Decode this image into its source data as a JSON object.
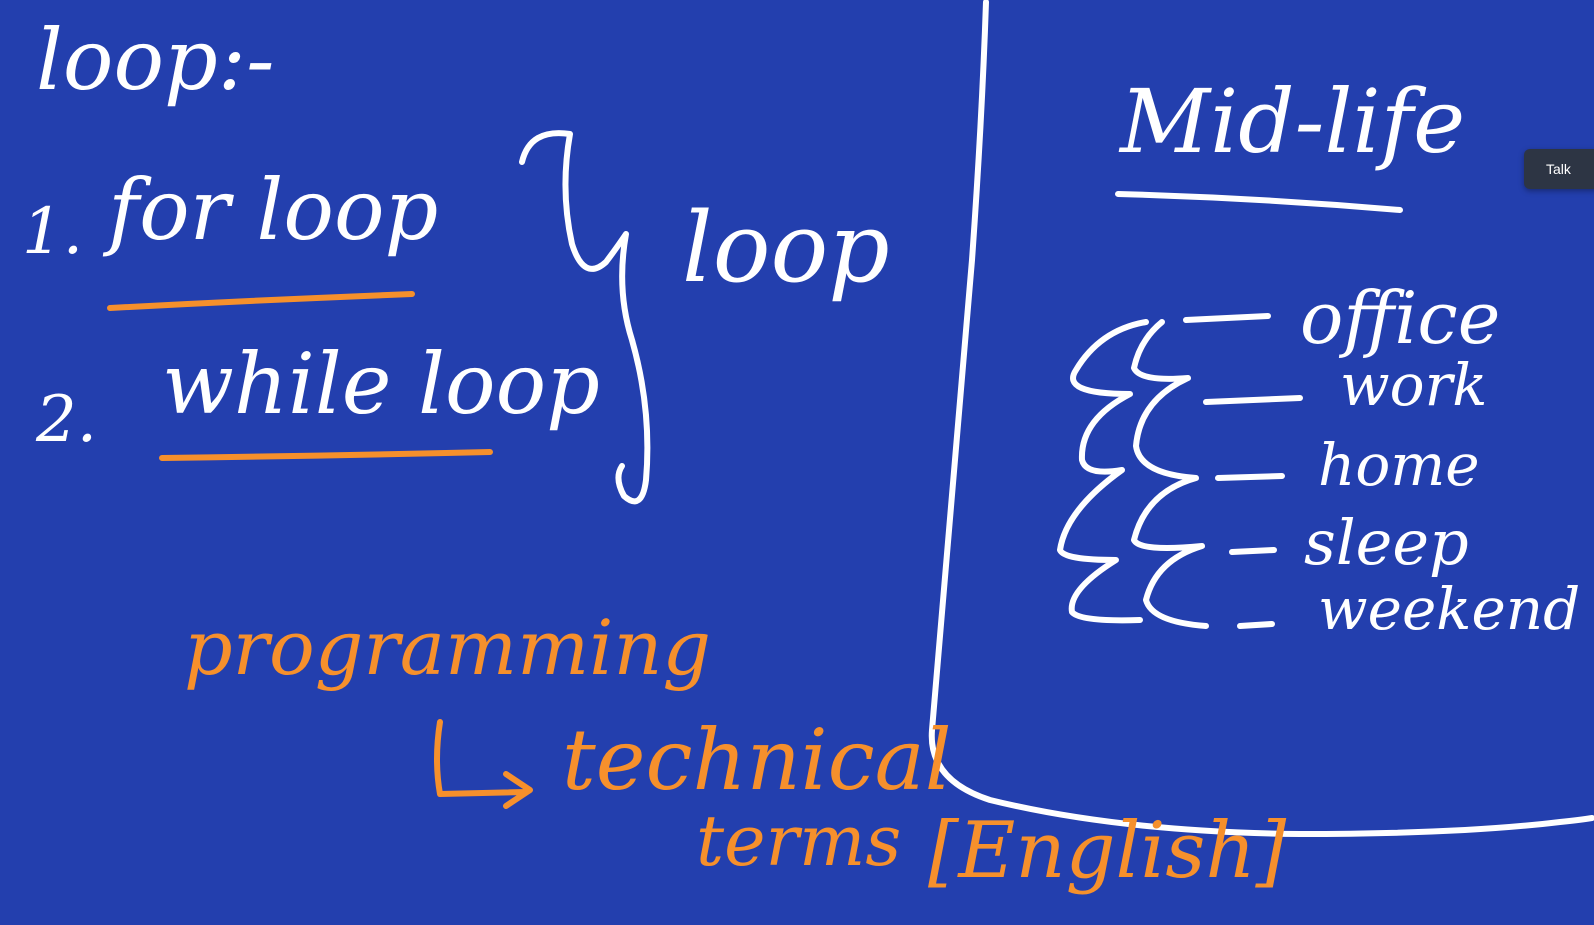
{
  "whiteboard": {
    "background_color": "#233fae",
    "ink_white": "#ffffff",
    "ink_orange": "#f6902c",
    "left_notes": {
      "title": "loop:-",
      "items": [
        {
          "number": "1.",
          "label": "for loop"
        },
        {
          "number": "2.",
          "label": "while loop"
        }
      ],
      "summary": "loop"
    },
    "bottom_notes": {
      "word": "programming",
      "arrow_target": "technical",
      "line2": "terms",
      "bracket_note": "[English]"
    },
    "right_panel": {
      "heading": "Mid-life",
      "items": [
        "office",
        "work",
        "home",
        "sleep",
        "weekend"
      ]
    }
  },
  "tooltip": {
    "text": "Talk"
  }
}
